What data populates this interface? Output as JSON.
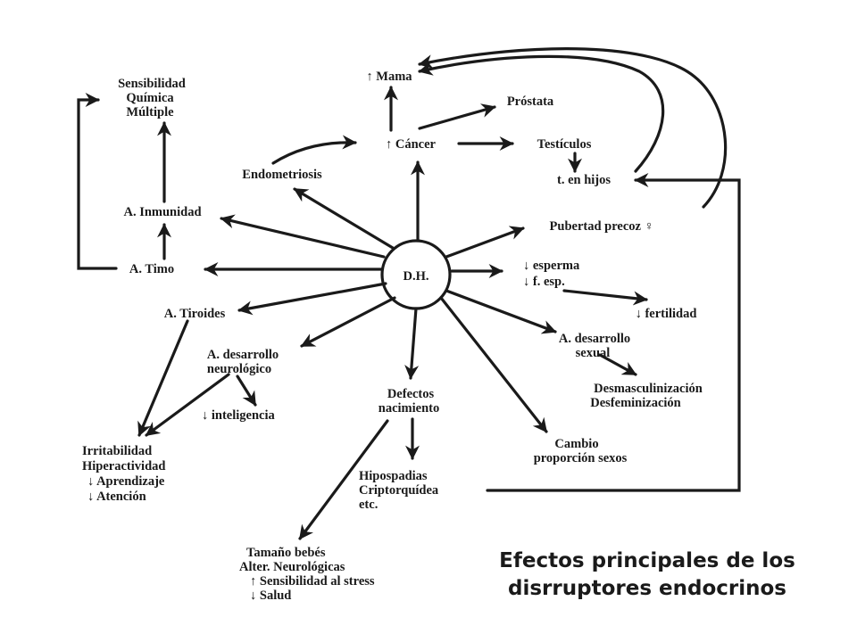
{
  "center": "D.H.",
  "labels": {
    "mama": "↑ Mama",
    "prostata": "Próstata",
    "cancer": "↑ Cáncer",
    "testiculos": "Testículos",
    "hijos": "t. en hijos",
    "pubertad": "Pubertad precoz ♀",
    "esperma": "↓ esperma",
    "f_esp": "↓  f. esp.",
    "fertilidad": "↓ fertilidad",
    "desarrollo_sexual_1": "A. desarrollo",
    "desarrollo_sexual_2": "sexual",
    "desmasc": "Desmasculinización",
    "desfem": "Desfeminización",
    "cambio_1": "Cambio",
    "cambio_2": "proporción sexos",
    "defectos_1": "Defectos",
    "defectos_2": "nacimiento",
    "hipospadias": "Hipospadias",
    "criptorquidea": "Criptorquídea",
    "etc": "etc.",
    "tamano": "Tamaño bebés",
    "alter": "Alter. Neurológicas",
    "stress": "↑ Sensibilidad al stress",
    "salud": "↓ Salud",
    "neuro_1": "A. desarrollo",
    "neuro_2": "neurológico",
    "inteligencia": "↓ inteligencia",
    "irritabilidad": "Irritabilidad",
    "hiperactividad": "Hiperactividad",
    "aprendizaje": "↓ Aprendizaje",
    "atencion": "↓ Atención",
    "tiroides": "A. Tiroides",
    "timo": "A. Timo",
    "inmunidad": "A. Inmunidad",
    "sensibilidad": "Sensibilidad",
    "quimica": "Química",
    "multiple": "Múltiple",
    "endometriosis": "Endometriosis"
  },
  "caption": {
    "line1": "Efectos principales de los",
    "line2": "disrruptores endocrinos"
  }
}
